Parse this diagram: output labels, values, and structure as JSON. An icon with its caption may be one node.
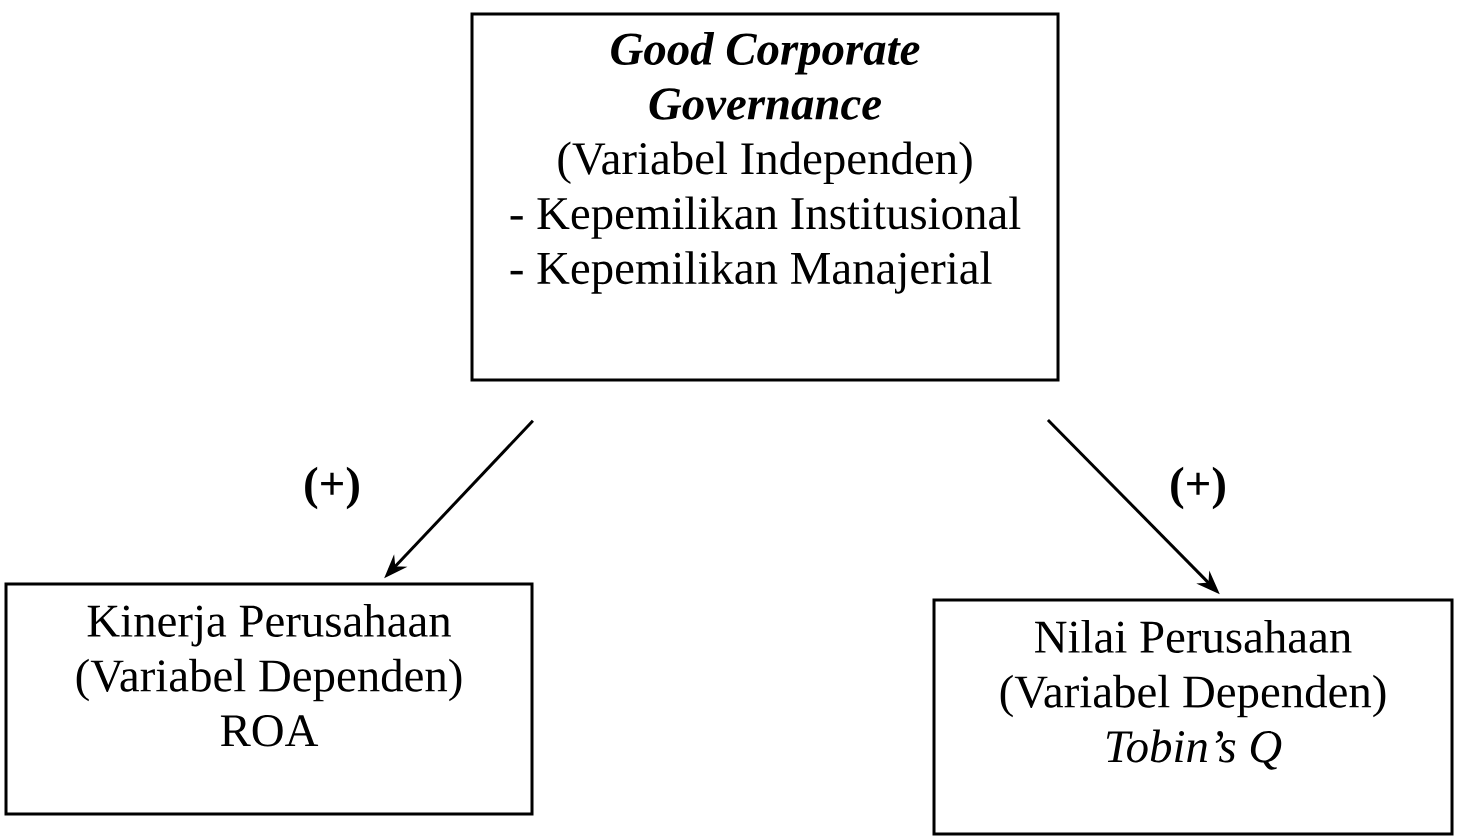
{
  "diagram": {
    "nodes": [
      {
        "text": [
          "Good Corporate Governance",
          "(Variabel Independen)",
          "- Kepemilikan Institusional",
          "- Kepemilikan Manajerial"
        ]
      },
      {
        "text": [
          "Kinerja Perusahaan",
          "(Variabel Dependen)",
          "ROA"
        ]
      },
      {
        "text": [
          "Nilai Perusahaan",
          "(Variabel Dependen)",
          "Tobin’s Q"
        ]
      }
    ],
    "edges": [
      {
        "from": 0,
        "to": 1,
        "arrow": "to",
        "label": "(+)"
      },
      {
        "from": 0,
        "to": 2,
        "arrow": "to",
        "label": "(+)"
      }
    ]
  }
}
